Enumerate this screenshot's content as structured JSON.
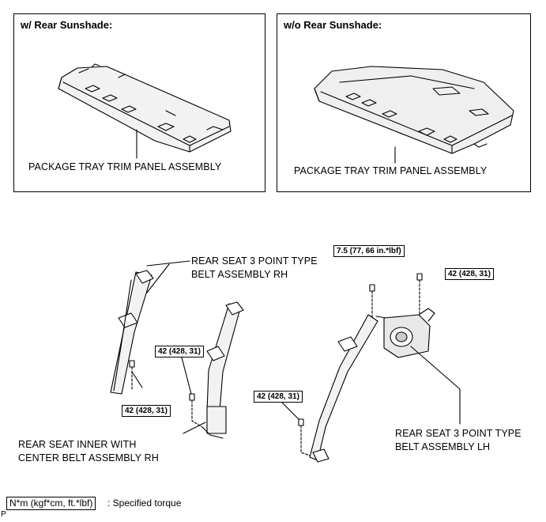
{
  "panels": {
    "with_sunshade": {
      "title": "w/ Rear Sunshade:",
      "part_label": "PACKAGE TRAY TRIM PANEL ASSEMBLY"
    },
    "without_sunshade": {
      "title": "w/o Rear Sunshade:",
      "part_label": "PACKAGE TRAY TRIM PANEL ASSEMBLY"
    }
  },
  "belts": {
    "rh_line1": "REAR SEAT 3 POINT TYPE",
    "rh_line2": "BELT ASSEMBLY RH",
    "center_line1": "REAR SEAT INNER WITH",
    "center_line2": "CENTER BELT ASSEMBLY RH",
    "lh_line1": "REAR SEAT 3 POINT TYPE",
    "lh_line2": "BELT ASSEMBLY LH"
  },
  "torques": {
    "lh_upper": "7.5 (77, 66 in.*lbf)",
    "lh_top_right": "42 (428, 31)",
    "lh_lower": "42 (428, 31)",
    "center": "42 (428, 31)",
    "rh": "42 (428, 31)"
  },
  "legend": {
    "unit_box": "N*m (kgf*cm, ft.*lbf)",
    "description": ": Specified torque"
  },
  "footer": {
    "marker": "P"
  }
}
